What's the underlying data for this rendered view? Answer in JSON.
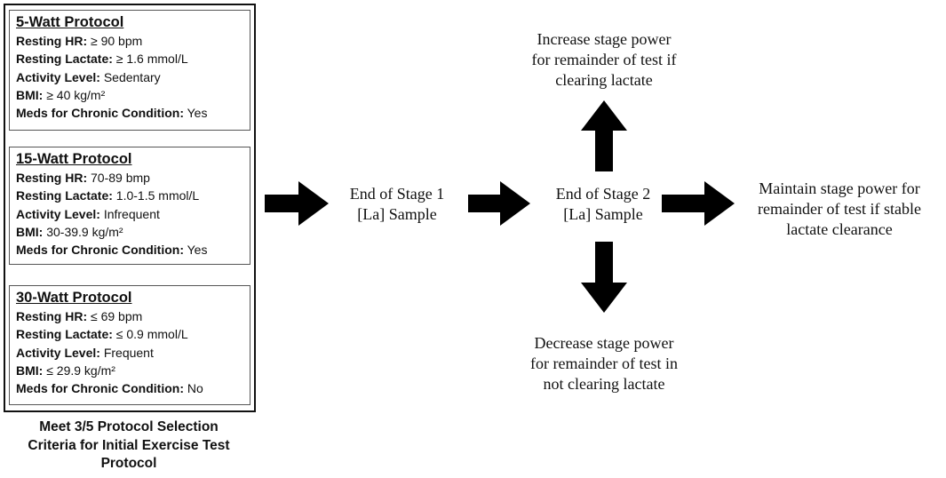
{
  "protocols": [
    {
      "title": "5-Watt Protocol",
      "rows": [
        {
          "label": "Resting HR:",
          "value": " ≥ 90 bpm"
        },
        {
          "label": "Resting Lactate:",
          "value": " ≥ 1.6 mmol/L"
        },
        {
          "label": "Activity Level:",
          "value": " Sedentary"
        },
        {
          "label": "BMI:",
          "value": " ≥ 40 kg/m²"
        },
        {
          "label": "Meds for Chronic Condition:",
          "value": " Yes"
        }
      ]
    },
    {
      "title": "15-Watt Protocol",
      "rows": [
        {
          "label": "Resting HR:",
          "value": " 70-89 bmp"
        },
        {
          "label": "Resting Lactate:",
          "value": " 1.0-1.5 mmol/L"
        },
        {
          "label": "Activity Level:",
          "value": " Infrequent"
        },
        {
          "label": "BMI:",
          "value": " 30-39.9 kg/m²"
        },
        {
          "label": "Meds for Chronic Condition:",
          "value": " Yes"
        }
      ]
    },
    {
      "title": "30-Watt Protocol",
      "rows": [
        {
          "label": "Resting HR:",
          "value": " ≤ 69 bpm"
        },
        {
          "label": "Resting Lactate:",
          "value": " ≤ 0.9 mmol/L"
        },
        {
          "label": "Activity Level:",
          "value": " Frequent"
        },
        {
          "label": "BMI:",
          "value": " ≤ 29.9 kg/m²"
        },
        {
          "label": "Meds for Chronic Condition:",
          "value": " No"
        }
      ]
    }
  ],
  "caption": {
    "line1": "Meet 3/5 Protocol Selection",
    "line2": "Criteria for Initial Exercise Test",
    "line3": "Protocol"
  },
  "stage1": {
    "line1": "End of Stage 1",
    "line2": "[La] Sample"
  },
  "stage2": {
    "line1": "End of Stage 2",
    "line2": "[La] Sample"
  },
  "increase": {
    "line1": "Increase stage power",
    "line2": "for remainder of test if",
    "line3": "clearing lactate"
  },
  "decrease": {
    "line1": "Decrease stage power",
    "line2": "for remainder of test in",
    "line3": "not clearing lactate"
  },
  "maintain": {
    "line1": "Maintain stage power for",
    "line2": "remainder of test if stable",
    "line3": "lactate clearance"
  },
  "colors": {
    "arrow": "#000000",
    "border": "#111111"
  }
}
